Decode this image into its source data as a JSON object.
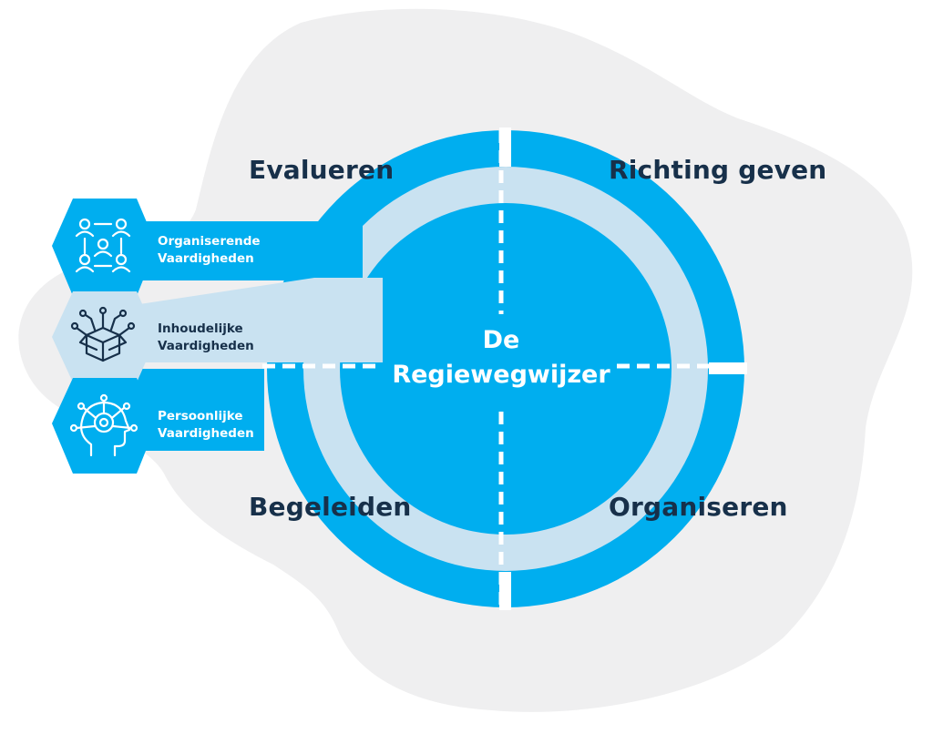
{
  "center": {
    "line1": "De",
    "line2": "Regiewegwijzer"
  },
  "quadrants": {
    "top_left": "Evalueren",
    "top_right": "Richting geven",
    "bottom_left": "Begeleiden",
    "bottom_right": "Organiseren"
  },
  "skills": [
    {
      "line1": "Organiserende",
      "line2": "Vaardigheden",
      "icon": "organization-people-icon"
    },
    {
      "line1": "Inhoudelijke",
      "line2": "Vaardigheden",
      "icon": "network-box-icon"
    },
    {
      "line1": "Persoonlijke",
      "line2": "Vaardigheden",
      "icon": "head-target-icon"
    }
  ],
  "colors": {
    "primary_blue": "#00aeef",
    "light_blue": "#c9e2f1",
    "dark_text": "#17304a",
    "background_blob": "#efeff0",
    "white": "#ffffff"
  }
}
